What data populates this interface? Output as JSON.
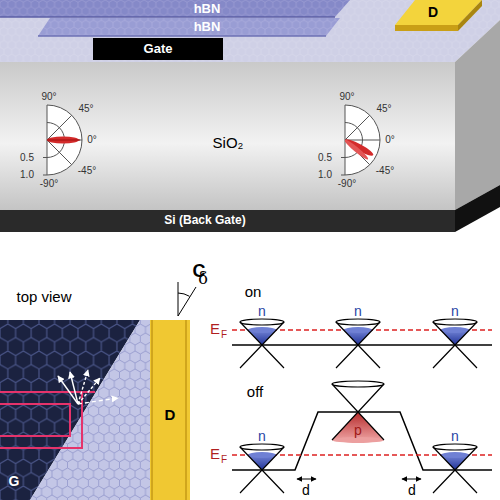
{
  "diagram": {
    "nodes": [
      {
        "text": [
          "hBN"
        ]
      },
      {
        "text": [
          "hBN"
        ]
      },
      {
        "text": [
          "Gate"
        ]
      },
      {
        "text": [
          "D"
        ]
      },
      {
        "text": [
          "SiO₂"
        ]
      },
      {
        "text": [
          "Si (Back Gate)"
        ]
      },
      {
        "text": [
          "D"
        ]
      }
    ],
    "labels": [
      "90°",
      "45°",
      "0°",
      "0.5",
      "1.0",
      "-45°",
      "-90°",
      "90°",
      "45°",
      "0°",
      "0.5",
      "1.0",
      "-45°",
      "-90°",
      "top view",
      "δ",
      "G",
      "C",
      "on",
      "n",
      "n",
      "n",
      "E",
      "F",
      "off",
      "n",
      "p",
      "n",
      "E",
      "F",
      "d",
      "d"
    ]
  }
}
